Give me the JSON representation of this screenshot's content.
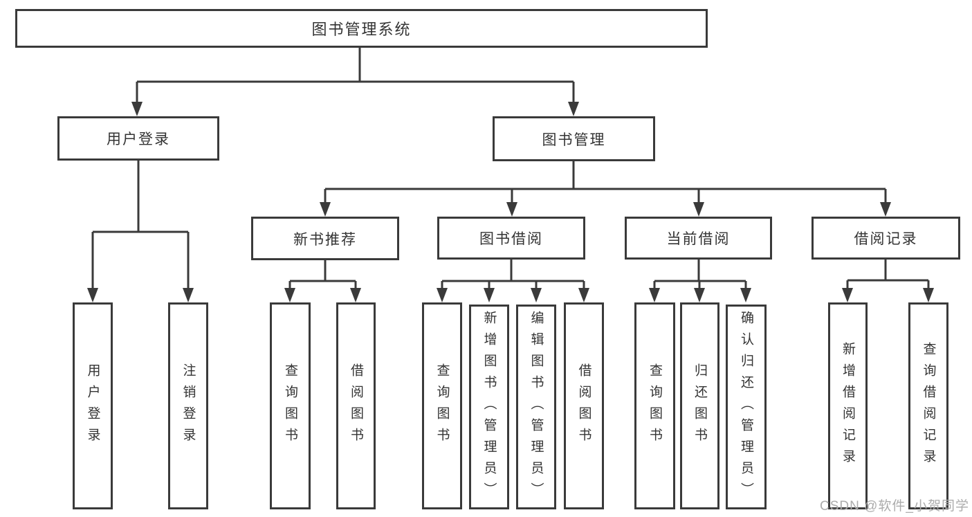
{
  "diagram": {
    "root": {
      "label": "图书管理系统",
      "children": [
        {
          "label": "用户登录",
          "children": [
            {
              "label": "用户登录"
            },
            {
              "label": "注销登录"
            }
          ]
        },
        {
          "label": "图书管理",
          "children": [
            {
              "label": "新书推荐",
              "children": [
                {
                  "label": "查询图书"
                },
                {
                  "label": "借阅图书"
                }
              ]
            },
            {
              "label": "图书借阅",
              "children": [
                {
                  "label": "查询图书"
                },
                {
                  "label": "新增图书（管理员）"
                },
                {
                  "label": "编辑图书（管理员）"
                },
                {
                  "label": "借阅图书"
                }
              ]
            },
            {
              "label": "当前借阅",
              "children": [
                {
                  "label": "查询图书"
                },
                {
                  "label": "归还图书"
                },
                {
                  "label": "确认归还（管理员）"
                }
              ]
            },
            {
              "label": "借阅记录",
              "children": [
                {
                  "label": "新增借阅记录"
                },
                {
                  "label": "查询借阅记录"
                }
              ]
            }
          ]
        }
      ]
    },
    "watermark": "CSDN @软件_小贺同学",
    "colors": {
      "line": "#3a3a3a",
      "text": "#333333",
      "watermark": "#acacac",
      "background": "#ffffff"
    }
  }
}
